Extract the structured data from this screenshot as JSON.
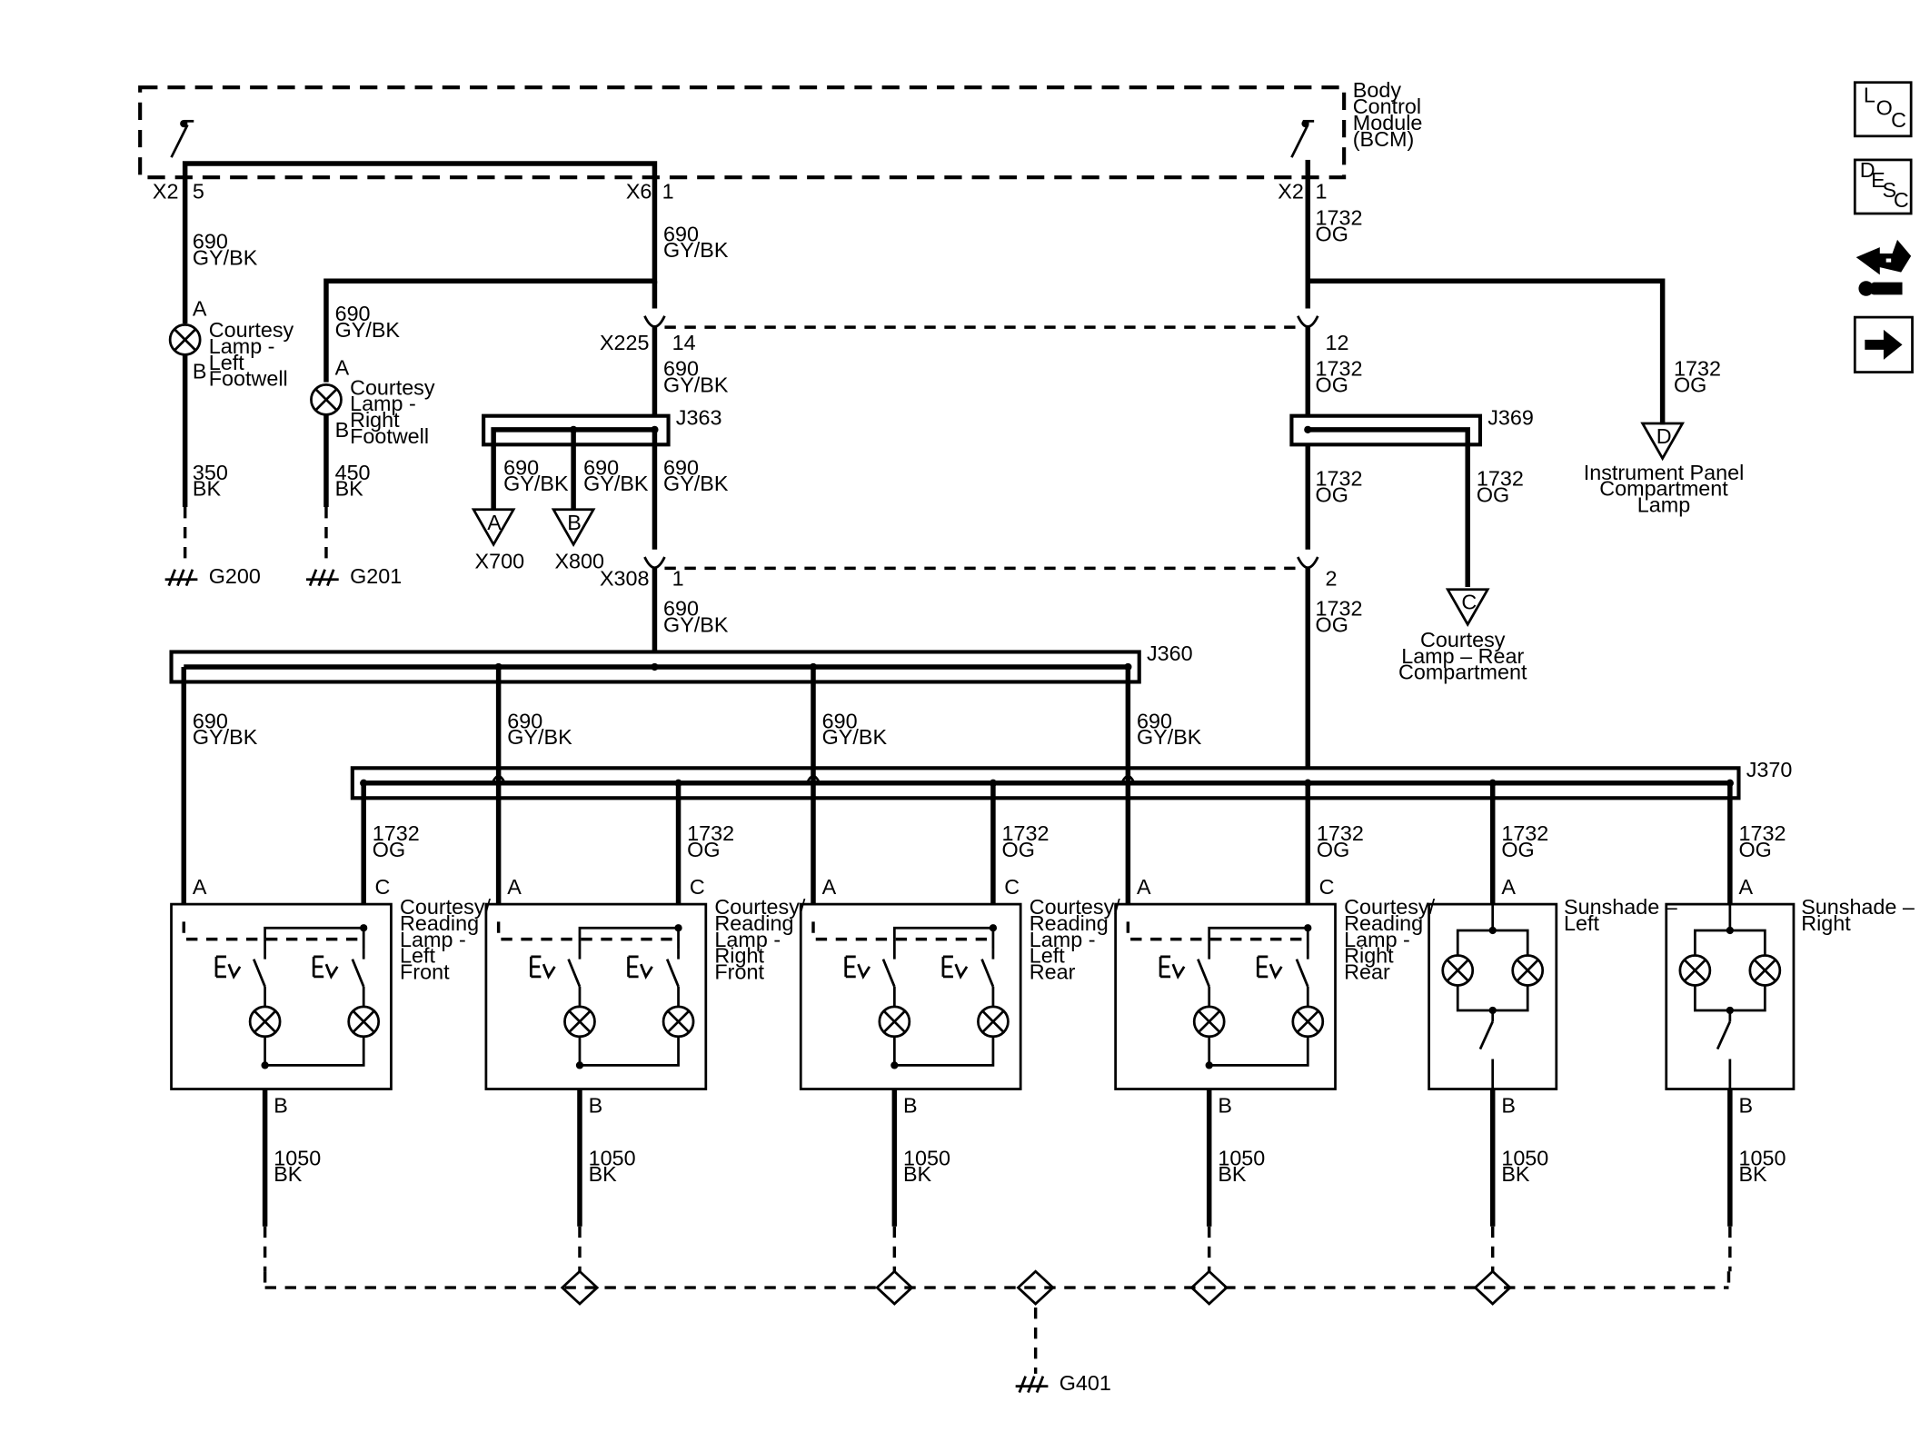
{
  "bcm": {
    "l1": "Body",
    "l2": "Control",
    "l3": "Module",
    "l4": "(BCM)"
  },
  "pins": {
    "x2a": "X2",
    "x2a_pin": "5",
    "x6": "X6",
    "x6_pin": "1",
    "x2b": "X2",
    "x2b_pin": "1",
    "x225": "X225",
    "x225_l": "14",
    "x225_r": "12",
    "x308": "X308",
    "x308_l": "1",
    "x308_r": "2"
  },
  "wires": {
    "w1_num": "690",
    "w1_col": "GY/BK",
    "w2_num": "690",
    "w2_col": "GY/BK",
    "w3_num": "1732",
    "w3_col": "OG",
    "w4_num": "690",
    "w4_col": "GY/BK",
    "w5_num": "690",
    "w5_col": "GY/BK",
    "w6_num": "1732",
    "w6_col": "OG",
    "w7_num": "1732",
    "w7_col": "OG",
    "w8_num": "690",
    "w8_col": "GY/BK",
    "w9_num": "690",
    "w9_col": "GY/BK",
    "w10_num": "690",
    "w10_col": "GY/BK",
    "w11_num": "1732",
    "w11_col": "OG",
    "w12_num": "1732",
    "w12_col": "OG",
    "w13_num": "690",
    "w13_col": "GY/BK",
    "w14_num": "1732",
    "w14_col": "OG",
    "w15_num": "350",
    "w15_col": "BK",
    "w16_num": "450",
    "w16_col": "BK"
  },
  "lamps": {
    "left_footwell": {
      "l1": "Courtesy",
      "l2": "Lamp -",
      "l3": "Left",
      "l4": "Footwell",
      "pin_a": "A",
      "pin_b": "B"
    },
    "right_footwell": {
      "l1": "Courtesy",
      "l2": "Lamp -",
      "l3": "Right",
      "l4": "Footwell",
      "pin_a": "A",
      "pin_b": "B"
    }
  },
  "splices": {
    "j363": "J363",
    "j369": "J369",
    "j360": "J360",
    "j370": "J370"
  },
  "connectors": {
    "a": "A",
    "b": "B",
    "c": "C",
    "d": "D",
    "x700": "X700",
    "x800": "X800"
  },
  "ip_lamp": {
    "l1": "Instrument Panel",
    "l2": "Compartment",
    "l3": "Lamp"
  },
  "rear_lamp": {
    "l1": "Courtesy",
    "l2": "Lamp – Rear",
    "l3": "Compartment"
  },
  "grounds": {
    "g200": "G200",
    "g201": "G201",
    "g401": "G401"
  },
  "modules": [
    {
      "top_num": "690",
      "top_col": "GY/BK",
      "c_num": "1732",
      "c_col": "OG",
      "pa": "A",
      "pc": "C",
      "pb": "B",
      "n1": "Courtesy/",
      "n2": "Reading",
      "n3": "Lamp -",
      "n4": "Left",
      "n5": "Front",
      "b_num": "1050",
      "b_col": "BK"
    },
    {
      "top_num": "690",
      "top_col": "GY/BK",
      "c_num": "1732",
      "c_col": "OG",
      "pa": "A",
      "pc": "C",
      "pb": "B",
      "n1": "Courtesy/",
      "n2": "Reading",
      "n3": "Lamp -",
      "n4": "Right",
      "n5": "Front",
      "b_num": "1050",
      "b_col": "BK"
    },
    {
      "top_num": "690",
      "top_col": "GY/BK",
      "c_num": "1732",
      "c_col": "OG",
      "pa": "A",
      "pc": "C",
      "pb": "B",
      "n1": "Courtesy/",
      "n2": "Reading",
      "n3": "Lamp -",
      "n4": "Left",
      "n5": "Rear",
      "b_num": "1050",
      "b_col": "BK"
    },
    {
      "top_num": "690",
      "top_col": "GY/BK",
      "c_num": "1732",
      "c_col": "OG",
      "pa": "A",
      "pc": "C",
      "pb": "B",
      "n1": "Courtesy/",
      "n2": "Reading",
      "n3": "Lamp -",
      "n4": "Right",
      "n5": "Rear",
      "b_num": "1050",
      "b_col": "BK"
    }
  ],
  "sunshades": [
    {
      "c_num": "1732",
      "c_col": "OG",
      "pa": "A",
      "pb": "B",
      "n1": "Sunshade –",
      "n2": "Left",
      "b_num": "1050",
      "b_col": "BK"
    },
    {
      "c_num": "1732",
      "c_col": "OG",
      "pa": "A",
      "pb": "B",
      "n1": "Sunshade –",
      "n2": "Right",
      "b_num": "1050",
      "b_col": "BK"
    }
  ],
  "nav": {
    "loc_l": "L",
    "loc_o": "O",
    "loc_c": "C",
    "desc_d": "D",
    "desc_e": "E",
    "desc_s": "S",
    "desc_c": "C"
  },
  "icons": {
    "loc": "loc-icon",
    "desc": "desc-icon",
    "connector": "connector-view-icon",
    "next": "next-arrow-icon"
  }
}
